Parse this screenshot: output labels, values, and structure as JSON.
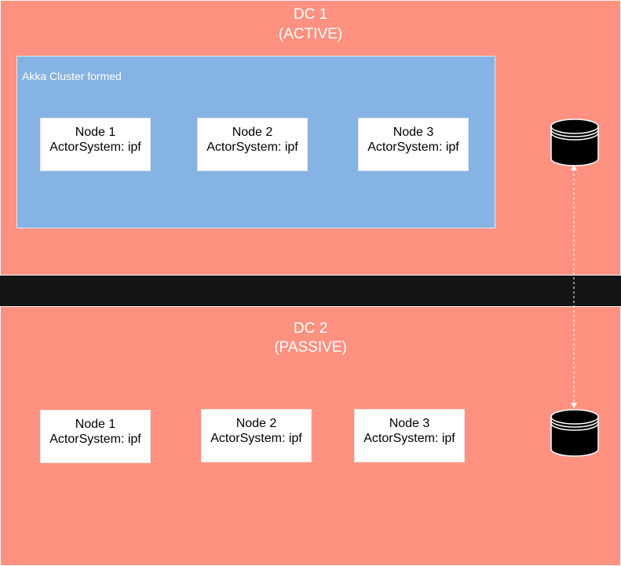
{
  "dc1": {
    "title": "DC 1",
    "status": "(ACTIVE)",
    "cluster_label": "Akka Cluster formed",
    "nodes": [
      {
        "name": "Node 1",
        "system": "ActorSystem: ipf"
      },
      {
        "name": "Node 2",
        "system": "ActorSystem: ipf"
      },
      {
        "name": "Node 3",
        "system": "ActorSystem: ipf"
      }
    ]
  },
  "dc2": {
    "title": "DC 2",
    "status": "(PASSIVE)",
    "nodes": [
      {
        "name": "Node 1",
        "system": "ActorSystem: ipf"
      },
      {
        "name": "Node 2",
        "system": "ActorSystem: ipf"
      },
      {
        "name": "Node 3",
        "system": "ActorSystem: ipf"
      }
    ]
  },
  "icons": {
    "database": "database-icon",
    "replication_link": "double-arrow"
  },
  "colors": {
    "dc_background": "#FF9180",
    "cluster_background": "#85B3E3",
    "separator": "#141414",
    "node_background": "#FFFFFF",
    "database": "#000000"
  }
}
